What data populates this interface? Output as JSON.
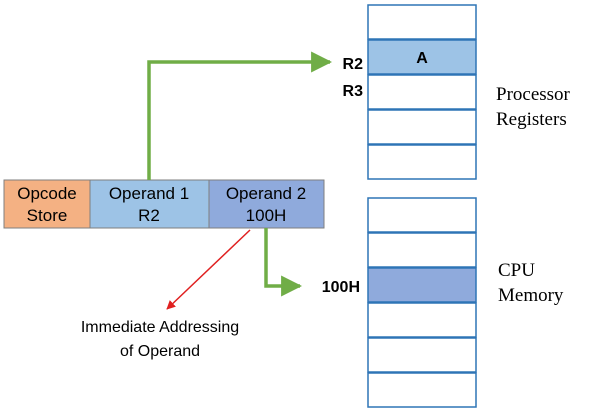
{
  "instruction": {
    "opcode": {
      "line1": "Opcode",
      "line2": "Store"
    },
    "operand1": {
      "line1": "Operand 1",
      "line2": "R2"
    },
    "operand2": {
      "line1": "Operand 2",
      "line2": "100H"
    }
  },
  "registers": {
    "label_r2": "R2",
    "label_r3": "R3",
    "highlighted_value": "A",
    "caption_line1": "Processor",
    "caption_line2": "Registers"
  },
  "memory": {
    "address_label": "100H",
    "caption_line1": "CPU",
    "caption_line2": "Memory"
  },
  "annotation": {
    "line1": "Immediate Addressing",
    "line2": "of Operand"
  },
  "colors": {
    "opcode_fill": "#f4b183",
    "operand1_fill": "#9dc3e6",
    "operand2_fill": "#8faadc",
    "cell_border": "#2e75b6",
    "highlight_register": "#9dc3e6",
    "highlight_memory": "#8faadc",
    "green_arrow": "#70ad47",
    "red_arrow": "#e02020"
  }
}
